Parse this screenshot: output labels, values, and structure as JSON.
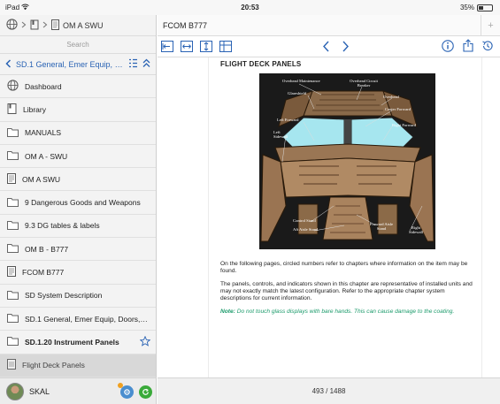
{
  "status_bar": {
    "device": "iPad",
    "time": "20:53",
    "battery": "35%",
    "battery_level": 0.35
  },
  "sidebar": {
    "breadcrumb_label": "OM A SWU",
    "search_placeholder": "Search",
    "section_title": "SD.1 General, Emer Equip, Do...",
    "items": [
      {
        "label": "Dashboard",
        "icon": "globe-icon"
      },
      {
        "label": "Library",
        "icon": "book-icon"
      },
      {
        "label": "MANUALS",
        "icon": "folder-icon"
      },
      {
        "label": "OM A - SWU",
        "icon": "folder-icon"
      },
      {
        "label": "OM A SWU",
        "icon": "document-icon"
      },
      {
        "label": "9 Dangerous Goods and Weapons",
        "icon": "folder-icon"
      },
      {
        "label": "9.3 DG tables & labels",
        "icon": "folder-icon"
      },
      {
        "label": "OM B - B777",
        "icon": "folder-icon"
      },
      {
        "label": "FCOM B777",
        "icon": "document-icon"
      },
      {
        "label": "SD System Description",
        "icon": "folder-icon"
      },
      {
        "label": "SD.1 General, Emer Equip, Doors, Wind...",
        "icon": "folder-icon"
      },
      {
        "label": "SD.1.20 Instrument Panels",
        "icon": "folder-icon"
      },
      {
        "label": "Flight Deck Panels",
        "icon": "page-icon"
      }
    ],
    "user_name": "SKAL"
  },
  "document": {
    "tab_title": "FCOM B777",
    "title": "FLIGHT DECK PANELS",
    "figure_labels": {
      "overhead_maintenance": "Overhead Maintenance",
      "overhead_circuit_breaker": "Overhead Circuit Breaker",
      "glareshield": "Glareshield",
      "overhead": "Overhead",
      "center_forward": "Center Forward",
      "left_forward": "Left Forward",
      "right_forward": "Right Forward",
      "left_sidewall": "Left Sidewall",
      "control_stand": "Control Stand",
      "aisle_stand": "Aft Aisle Stand",
      "forward_aisle_stand": "Forward Aisle Stand",
      "right_sidewall": "Right Sidewall"
    },
    "paragraph1": "On the following pages, circled numbers refer to chapters where information on the item may be found.",
    "paragraph2": "The panels, controls, and indicators shown in this chapter are representative of installed units and may not exactly match the latest configuration. Refer to the appropriate chapter system descriptions for current information.",
    "note_label": "Note:",
    "note_text": "Do not touch glass displays with bare hands. This can cause damage to the coating.",
    "page_indicator": "493 / 1488"
  },
  "colors": {
    "accent": "#2a63b4",
    "note": "#1a9a6a",
    "selected_row": "#d8d8d8"
  }
}
